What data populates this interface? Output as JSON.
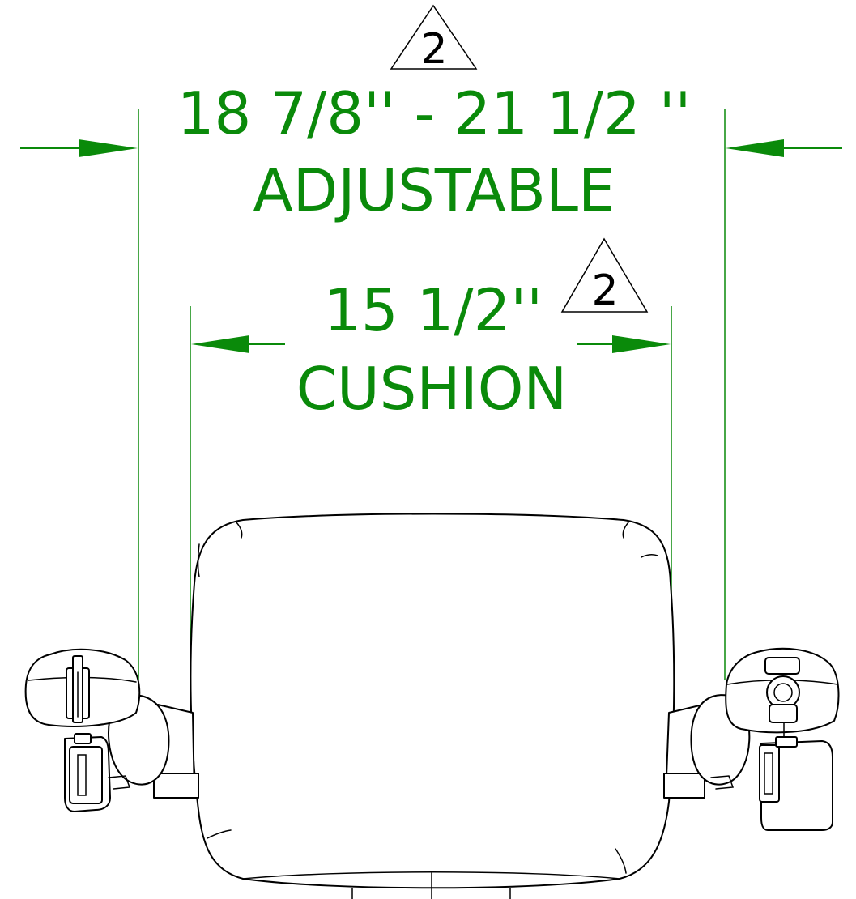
{
  "colors": {
    "dimension": "#0a8a0a",
    "outline": "#000000",
    "background": "#ffffff"
  },
  "overall_width": {
    "value_label": "18 7/8'' - 21 1/2 ''",
    "note_label": "ADJUSTABLE",
    "revision": "2"
  },
  "cushion_width": {
    "value_label": "15 1/2''",
    "note_label": "CUSHION",
    "revision": "2"
  }
}
